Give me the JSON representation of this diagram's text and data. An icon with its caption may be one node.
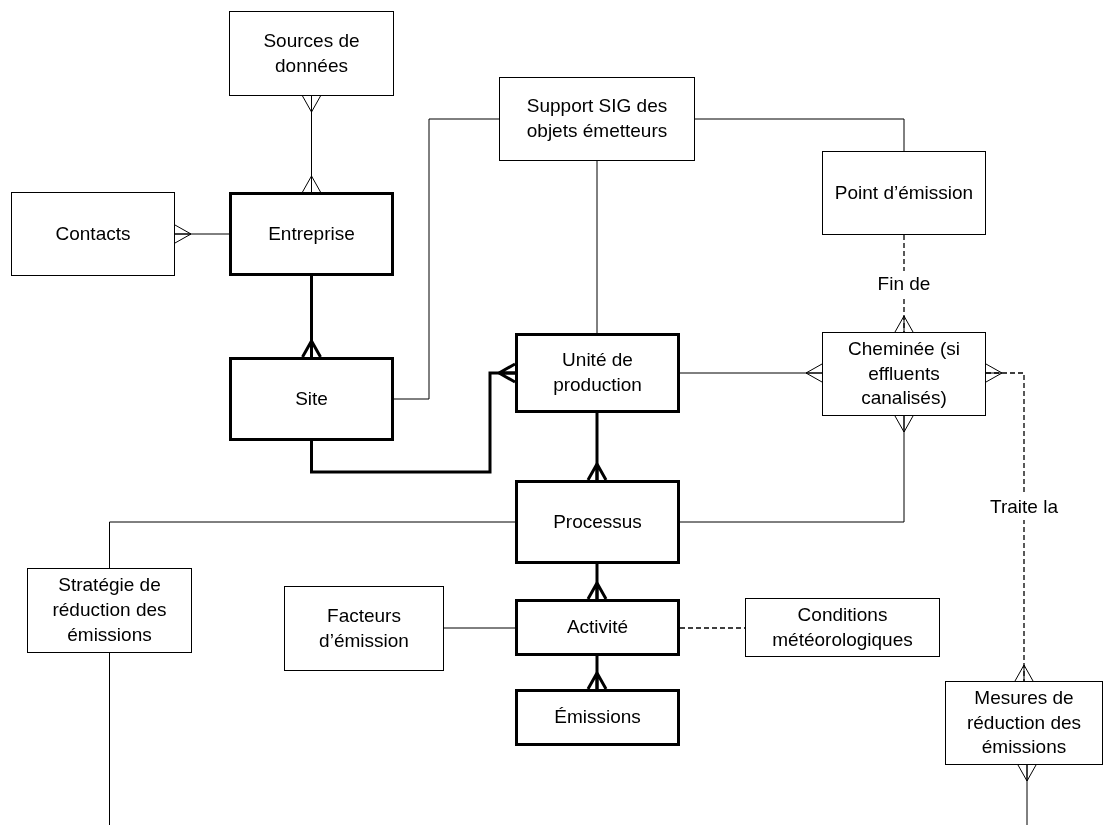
{
  "diagram": {
    "nodes": [
      {
        "text": [
          "Sources de données"
        ]
      },
      {
        "text": [
          "Support SIG des objets émetteurs"
        ]
      },
      {
        "text": [
          "Contacts"
        ]
      },
      {
        "text": [
          "Entreprise"
        ]
      },
      {
        "text": [
          "Point d’émission"
        ]
      },
      {
        "text": [
          "Site"
        ]
      },
      {
        "text": [
          "Unité de production"
        ]
      },
      {
        "text": [
          "Cheminée (si effluents canalisés)"
        ]
      },
      {
        "text": [
          "Processus"
        ]
      },
      {
        "text": [
          "Stratégie de réduction des émissions"
        ]
      },
      {
        "text": [
          "Facteurs d’émission"
        ]
      },
      {
        "text": [
          "Activité"
        ]
      },
      {
        "text": [
          "Conditions météorologiques"
        ]
      },
      {
        "text": [
          "Émissions"
        ]
      },
      {
        "text": [
          "Mesures de réduction des émissions"
        ]
      }
    ],
    "edges": [
      {
        "from": 0,
        "to": 3,
        "arrow": "other"
      },
      {
        "from": 2,
        "to": 3,
        "arrow": "other"
      },
      {
        "from": 3,
        "to": 5,
        "arrow": "other",
        "style": "thick"
      },
      {
        "from": 1,
        "to": 5,
        "arrow": "none"
      },
      {
        "from": 1,
        "to": 4,
        "arrow": "none"
      },
      {
        "from": 1,
        "to": 6,
        "arrow": "none"
      },
      {
        "from": 5,
        "to": 6,
        "arrow": "other",
        "style": "thick"
      },
      {
        "from": 6,
        "to": 7,
        "arrow": "other"
      },
      {
        "from": 4,
        "to": 7,
        "arrow": "other",
        "label": "Fin de",
        "style": "dashed"
      },
      {
        "from": 7,
        "to": 8,
        "arrow": "other"
      },
      {
        "from": 7,
        "to": 14,
        "arrow": "other",
        "label": "Traite la",
        "style": "dashed"
      },
      {
        "from": 6,
        "to": 8,
        "arrow": "other",
        "style": "thick"
      },
      {
        "from": 8,
        "to": 9,
        "arrow": "none"
      },
      {
        "from": 8,
        "to": 11,
        "arrow": "other",
        "style": "thick"
      },
      {
        "from": 10,
        "to": 11,
        "arrow": "none"
      },
      {
        "from": 11,
        "to": 12,
        "arrow": "none",
        "style": "dashed"
      },
      {
        "from": 11,
        "to": 13,
        "arrow": "other",
        "style": "thick"
      },
      {
        "from": 9,
        "to": null,
        "arrow": "none"
      },
      {
        "from": 14,
        "to": null,
        "arrow": "other"
      }
    ]
  }
}
